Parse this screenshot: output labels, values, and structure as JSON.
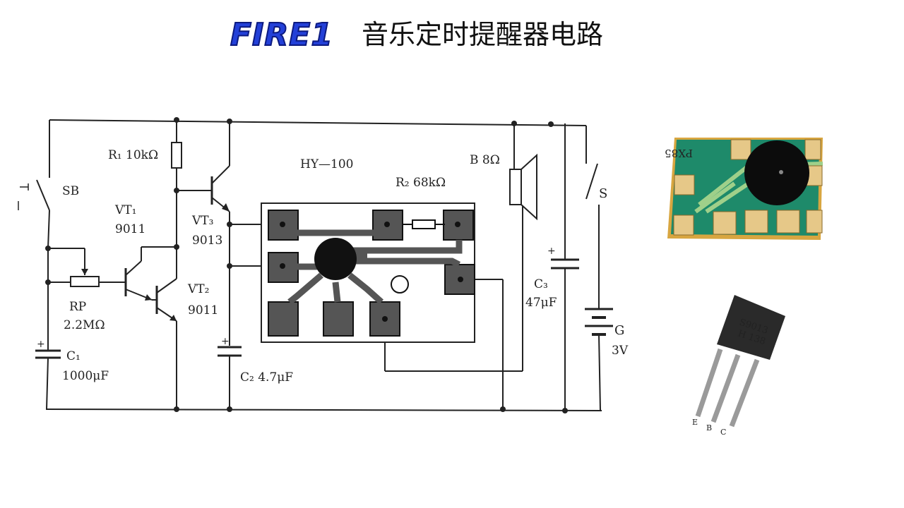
{
  "header": {
    "logo_text": "FIRE1",
    "title": "音乐定时提醒器电路"
  },
  "labels": {
    "sb": "SB",
    "r1": "R₁ 10kΩ",
    "vt1_name": "VT₁",
    "vt1_part": "9011",
    "vt2_name": "VT₂",
    "vt2_part": "9011",
    "vt3_name": "VT₃",
    "vt3_part": "9013",
    "rp_name": "RP",
    "rp_value": "2.2MΩ",
    "c1_name": "C₁",
    "c1_value": "1000μF",
    "c2": "C₂  4.7μF",
    "chip": "HY—100",
    "r2": "R₂  68kΩ",
    "speaker": "B 8Ω",
    "c3_name": "C₃",
    "c3_value": "47μF",
    "switch": "S",
    "battery_name": "G",
    "battery_value": "3V",
    "plus": "+"
  },
  "module_photo": {
    "silkscreen": "PX85"
  },
  "transistor_photo": {
    "marking_line1": "S9013",
    "marking_line2": "H 138",
    "pin_e": "E",
    "pin_b": "B",
    "pin_c": "C"
  }
}
